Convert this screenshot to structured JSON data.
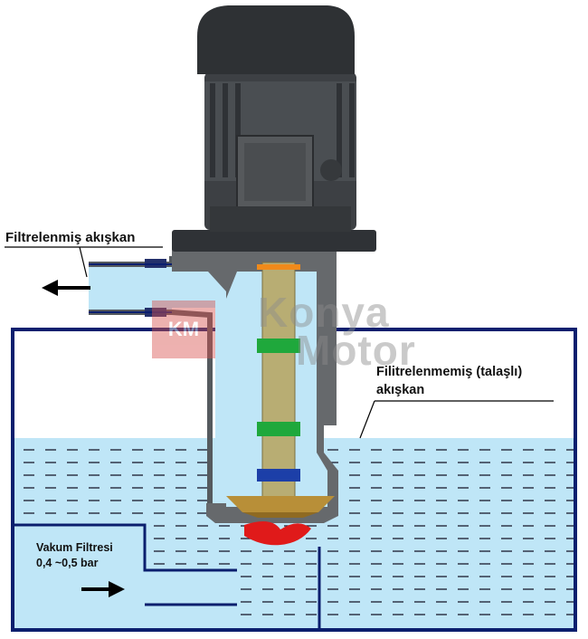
{
  "labels": {
    "filtered_fluid": "Filtrelenmiş akışkan",
    "unfiltered_fluid_line1": "Filitrelenmemiş (talaşlı)",
    "unfiltered_fluid_line2": "akışkan",
    "vacuum_filter_line1": "Vakum Filtresi",
    "vacuum_filter_line2": "0,4 ~0,5 bar"
  },
  "watermark": {
    "logo_text": "KM",
    "line1": "Konya",
    "line2": "Motor"
  },
  "colors": {
    "water": "#bfe6f7",
    "tank_wall": "#0b1f6e",
    "pump_body": "#555a5e",
    "motor": "#3b3e42",
    "shaft": "#b8ad73",
    "coupling_green": "#1fa83c",
    "coupling_blue": "#1c3fa8",
    "impeller_gold": "#b88f38",
    "impeller_red": "#e01a1a",
    "orange_seal": "#f08a1a"
  }
}
